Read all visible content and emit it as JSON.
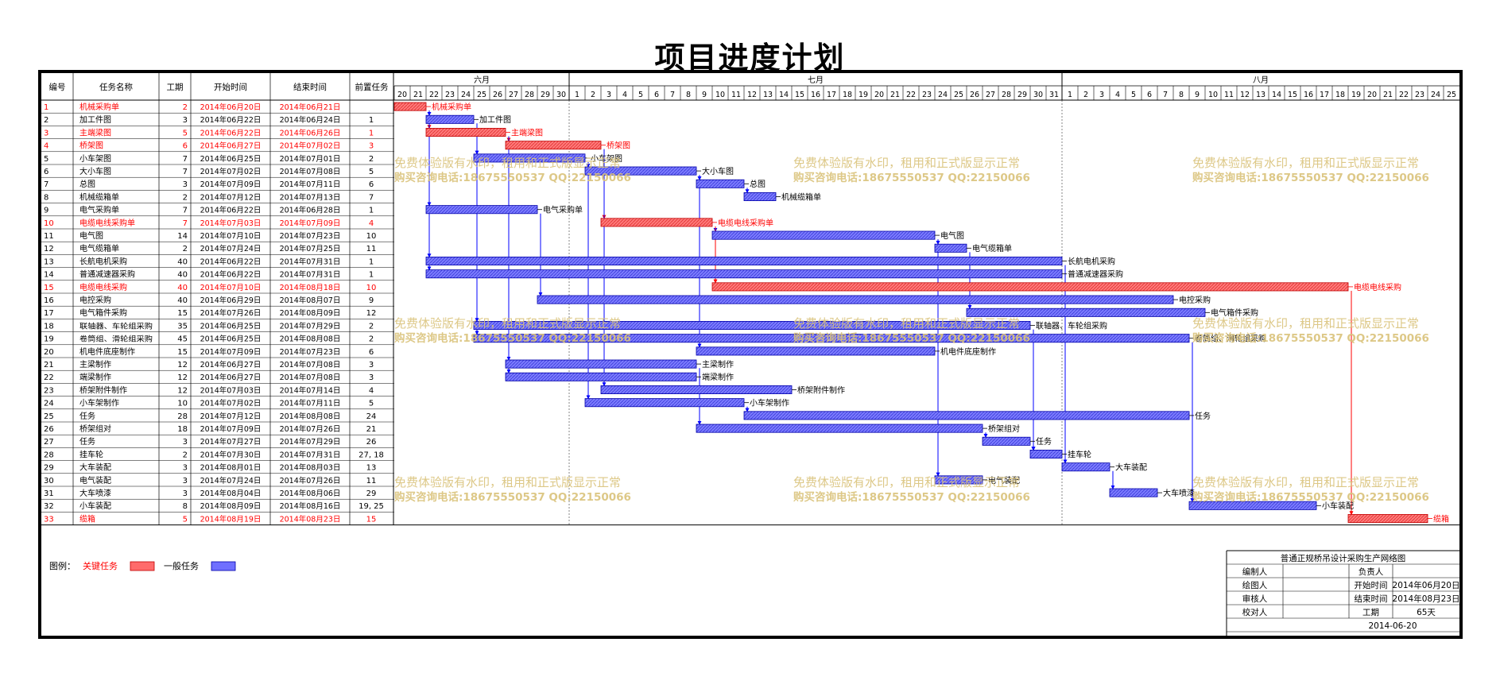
{
  "title": "项目进度计划",
  "table": {
    "headers": [
      "编号",
      "任务名称",
      "工期",
      "开始时间",
      "结束时间",
      "前置任务"
    ]
  },
  "timeline": {
    "months": [
      {
        "label": "六月",
        "days": [
          "20",
          "21",
          "22",
          "23",
          "24",
          "25",
          "26",
          "27",
          "28",
          "29",
          "30"
        ]
      },
      {
        "label": "七月",
        "days": [
          "1",
          "2",
          "3",
          "4",
          "5",
          "6",
          "7",
          "8",
          "9",
          "10",
          "11",
          "12",
          "13",
          "14",
          "15",
          "16",
          "17",
          "18",
          "19",
          "20",
          "21",
          "22",
          "23",
          "24",
          "25",
          "26",
          "27",
          "28",
          "29",
          "30",
          "31"
        ]
      },
      {
        "label": "八月",
        "days": [
          "1",
          "2",
          "3",
          "4",
          "5",
          "6",
          "7",
          "8",
          "9",
          "10",
          "11",
          "12",
          "13",
          "14",
          "15",
          "16",
          "17",
          "18",
          "19",
          "20",
          "21",
          "22",
          "23",
          "24",
          "25"
        ]
      }
    ]
  },
  "watermark": {
    "line1": "免费体验版有水印，租用和正式版显示正常",
    "line2": "购买咨询电话:18675550537 QQ:22150066"
  },
  "legend": {
    "prefix": "图例：",
    "critical_label": "关键任务",
    "normal_label": "一般任务"
  },
  "info_box": {
    "header": "普通正规桥吊设计采购生产网络图",
    "rows": [
      [
        "编制人",
        "",
        "负责人",
        ""
      ],
      [
        "绘图人",
        "",
        "开始时间",
        "2014年06月20日"
      ],
      [
        "审核人",
        "",
        "结束时间",
        "2014年08月23日"
      ],
      [
        "校对人",
        "",
        "工期",
        "65天"
      ]
    ],
    "date": "2014-06-20"
  },
  "colors": {
    "critical": "#ff6b6b",
    "critical_text": "#ff0000",
    "normal": "#6f6fff",
    "normal_border": "#0000aa",
    "link": "#0000ff",
    "watermark": "#d9c27a"
  },
  "chart_data": {
    "type": "gantt",
    "timeline_start": "2014-06-20",
    "timeline_end": "2014-08-25",
    "tasks": [
      {
        "id": "1",
        "name": "机械采购单",
        "duration": "2",
        "start": "2014年06月20日",
        "end": "2014年06月21日",
        "pred": "",
        "critical": true,
        "s": "2014-06-20",
        "e": "2014-06-21"
      },
      {
        "id": "2",
        "name": "加工件图",
        "duration": "3",
        "start": "2014年06月22日",
        "end": "2014年06月24日",
        "pred": "1",
        "critical": false,
        "s": "2014-06-22",
        "e": "2014-06-24"
      },
      {
        "id": "3",
        "name": "主端梁图",
        "duration": "5",
        "start": "2014年06月22日",
        "end": "2014年06月26日",
        "pred": "1",
        "critical": true,
        "s": "2014-06-22",
        "e": "2014-06-26"
      },
      {
        "id": "4",
        "name": "桥架图",
        "duration": "6",
        "start": "2014年06月27日",
        "end": "2014年07月02日",
        "pred": "3",
        "critical": true,
        "s": "2014-06-27",
        "e": "2014-07-02"
      },
      {
        "id": "5",
        "name": "小车架图",
        "duration": "7",
        "start": "2014年06月25日",
        "end": "2014年07月01日",
        "pred": "2",
        "critical": false,
        "s": "2014-06-25",
        "e": "2014-07-01"
      },
      {
        "id": "6",
        "name": "大小车图",
        "duration": "7",
        "start": "2014年07月02日",
        "end": "2014年07月08日",
        "pred": "5",
        "critical": false,
        "s": "2014-07-02",
        "e": "2014-07-08"
      },
      {
        "id": "7",
        "name": "总图",
        "duration": "3",
        "start": "2014年07月09日",
        "end": "2014年07月11日",
        "pred": "6",
        "critical": false,
        "s": "2014-07-09",
        "e": "2014-07-11"
      },
      {
        "id": "8",
        "name": "机械缆箱单",
        "duration": "2",
        "start": "2014年07月12日",
        "end": "2014年07月13日",
        "pred": "7",
        "critical": false,
        "s": "2014-07-12",
        "e": "2014-07-13"
      },
      {
        "id": "9",
        "name": "电气采购单",
        "duration": "7",
        "start": "2014年06月22日",
        "end": "2014年06月28日",
        "pred": "1",
        "critical": false,
        "s": "2014-06-22",
        "e": "2014-06-28"
      },
      {
        "id": "10",
        "name": "电缆电线采购单",
        "duration": "7",
        "start": "2014年07月03日",
        "end": "2014年07月09日",
        "pred": "4",
        "critical": true,
        "s": "2014-07-03",
        "e": "2014-07-09"
      },
      {
        "id": "11",
        "name": "电气图",
        "duration": "14",
        "start": "2014年07月10日",
        "end": "2014年07月23日",
        "pred": "10",
        "critical": false,
        "s": "2014-07-10",
        "e": "2014-07-23"
      },
      {
        "id": "12",
        "name": "电气缆箱单",
        "duration": "2",
        "start": "2014年07月24日",
        "end": "2014年07月25日",
        "pred": "11",
        "critical": false,
        "s": "2014-07-24",
        "e": "2014-07-25"
      },
      {
        "id": "13",
        "name": "长航电机采购",
        "duration": "40",
        "start": "2014年06月22日",
        "end": "2014年07月31日",
        "pred": "1",
        "critical": false,
        "s": "2014-06-22",
        "e": "2014-07-31"
      },
      {
        "id": "14",
        "name": "普通减速器采购",
        "duration": "40",
        "start": "2014年06月22日",
        "end": "2014年07月31日",
        "pred": "1",
        "critical": false,
        "s": "2014-06-22",
        "e": "2014-07-31"
      },
      {
        "id": "15",
        "name": "电缆电线采购",
        "duration": "40",
        "start": "2014年07月10日",
        "end": "2014年08月18日",
        "pred": "10",
        "critical": true,
        "s": "2014-07-10",
        "e": "2014-08-18"
      },
      {
        "id": "16",
        "name": "电控采购",
        "duration": "40",
        "start": "2014年06月29日",
        "end": "2014年08月07日",
        "pred": "9",
        "critical": false,
        "s": "2014-06-29",
        "e": "2014-08-07"
      },
      {
        "id": "17",
        "name": "电气箱件采购",
        "duration": "15",
        "start": "2014年07月26日",
        "end": "2014年08月09日",
        "pred": "12",
        "critical": false,
        "s": "2014-07-26",
        "e": "2014-08-09"
      },
      {
        "id": "18",
        "name": "联轴器、车轮组采购",
        "duration": "35",
        "start": "2014年06月25日",
        "end": "2014年07月29日",
        "pred": "2",
        "critical": false,
        "s": "2014-06-25",
        "e": "2014-07-29"
      },
      {
        "id": "19",
        "name": "卷筒组、滑轮组采购",
        "duration": "45",
        "start": "2014年06月25日",
        "end": "2014年08月08日",
        "pred": "2",
        "critical": false,
        "s": "2014-06-25",
        "e": "2014-08-08"
      },
      {
        "id": "20",
        "name": "机电件底座制作",
        "duration": "15",
        "start": "2014年07月09日",
        "end": "2014年07月23日",
        "pred": "6",
        "critical": false,
        "s": "2014-07-09",
        "e": "2014-07-23"
      },
      {
        "id": "21",
        "name": "主梁制作",
        "duration": "12",
        "start": "2014年06月27日",
        "end": "2014年07月08日",
        "pred": "3",
        "critical": false,
        "s": "2014-06-27",
        "e": "2014-07-08"
      },
      {
        "id": "22",
        "name": "端梁制作",
        "duration": "12",
        "start": "2014年06月27日",
        "end": "2014年07月08日",
        "pred": "3",
        "critical": false,
        "s": "2014-06-27",
        "e": "2014-07-08"
      },
      {
        "id": "23",
        "name": "桥架附件制作",
        "duration": "12",
        "start": "2014年07月03日",
        "end": "2014年07月14日",
        "pred": "4",
        "critical": false,
        "s": "2014-07-03",
        "e": "2014-07-14"
      },
      {
        "id": "24",
        "name": "小车架制作",
        "duration": "10",
        "start": "2014年07月02日",
        "end": "2014年07月11日",
        "pred": "5",
        "critical": false,
        "s": "2014-07-02",
        "e": "2014-07-11"
      },
      {
        "id": "25",
        "name": "任务",
        "duration": "28",
        "start": "2014年07月12日",
        "end": "2014年08月08日",
        "pred": "24",
        "critical": false,
        "s": "2014-07-12",
        "e": "2014-08-08"
      },
      {
        "id": "26",
        "name": "桥架组对",
        "duration": "18",
        "start": "2014年07月09日",
        "end": "2014年07月26日",
        "pred": "21",
        "critical": false,
        "s": "2014-07-09",
        "e": "2014-07-26"
      },
      {
        "id": "27",
        "name": "任务",
        "duration": "3",
        "start": "2014年07月27日",
        "end": "2014年07月29日",
        "pred": "26",
        "critical": false,
        "s": "2014-07-27",
        "e": "2014-07-29"
      },
      {
        "id": "28",
        "name": "挂车轮",
        "duration": "2",
        "start": "2014年07月30日",
        "end": "2014年07月31日",
        "pred": "27, 18",
        "critical": false,
        "s": "2014-07-30",
        "e": "2014-07-31"
      },
      {
        "id": "29",
        "name": "大车装配",
        "duration": "3",
        "start": "2014年08月01日",
        "end": "2014年08月03日",
        "pred": "13",
        "critical": false,
        "s": "2014-08-01",
        "e": "2014-08-03"
      },
      {
        "id": "30",
        "name": "电气装配",
        "duration": "3",
        "start": "2014年07月24日",
        "end": "2014年07月26日",
        "pred": "11",
        "critical": false,
        "s": "2014-07-24",
        "e": "2014-07-26"
      },
      {
        "id": "31",
        "name": "大车喷漆",
        "duration": "3",
        "start": "2014年08月04日",
        "end": "2014年08月06日",
        "pred": "29",
        "critical": false,
        "s": "2014-08-04",
        "e": "2014-08-06"
      },
      {
        "id": "32",
        "name": "小车装配",
        "duration": "8",
        "start": "2014年08月09日",
        "end": "2014年08月16日",
        "pred": "19, 25",
        "critical": false,
        "s": "2014-08-09",
        "e": "2014-08-16"
      },
      {
        "id": "33",
        "name": "缆箱",
        "duration": "5",
        "start": "2014年08月19日",
        "end": "2014年08月23日",
        "pred": "15",
        "critical": true,
        "s": "2014-08-19",
        "e": "2014-08-23"
      }
    ]
  }
}
